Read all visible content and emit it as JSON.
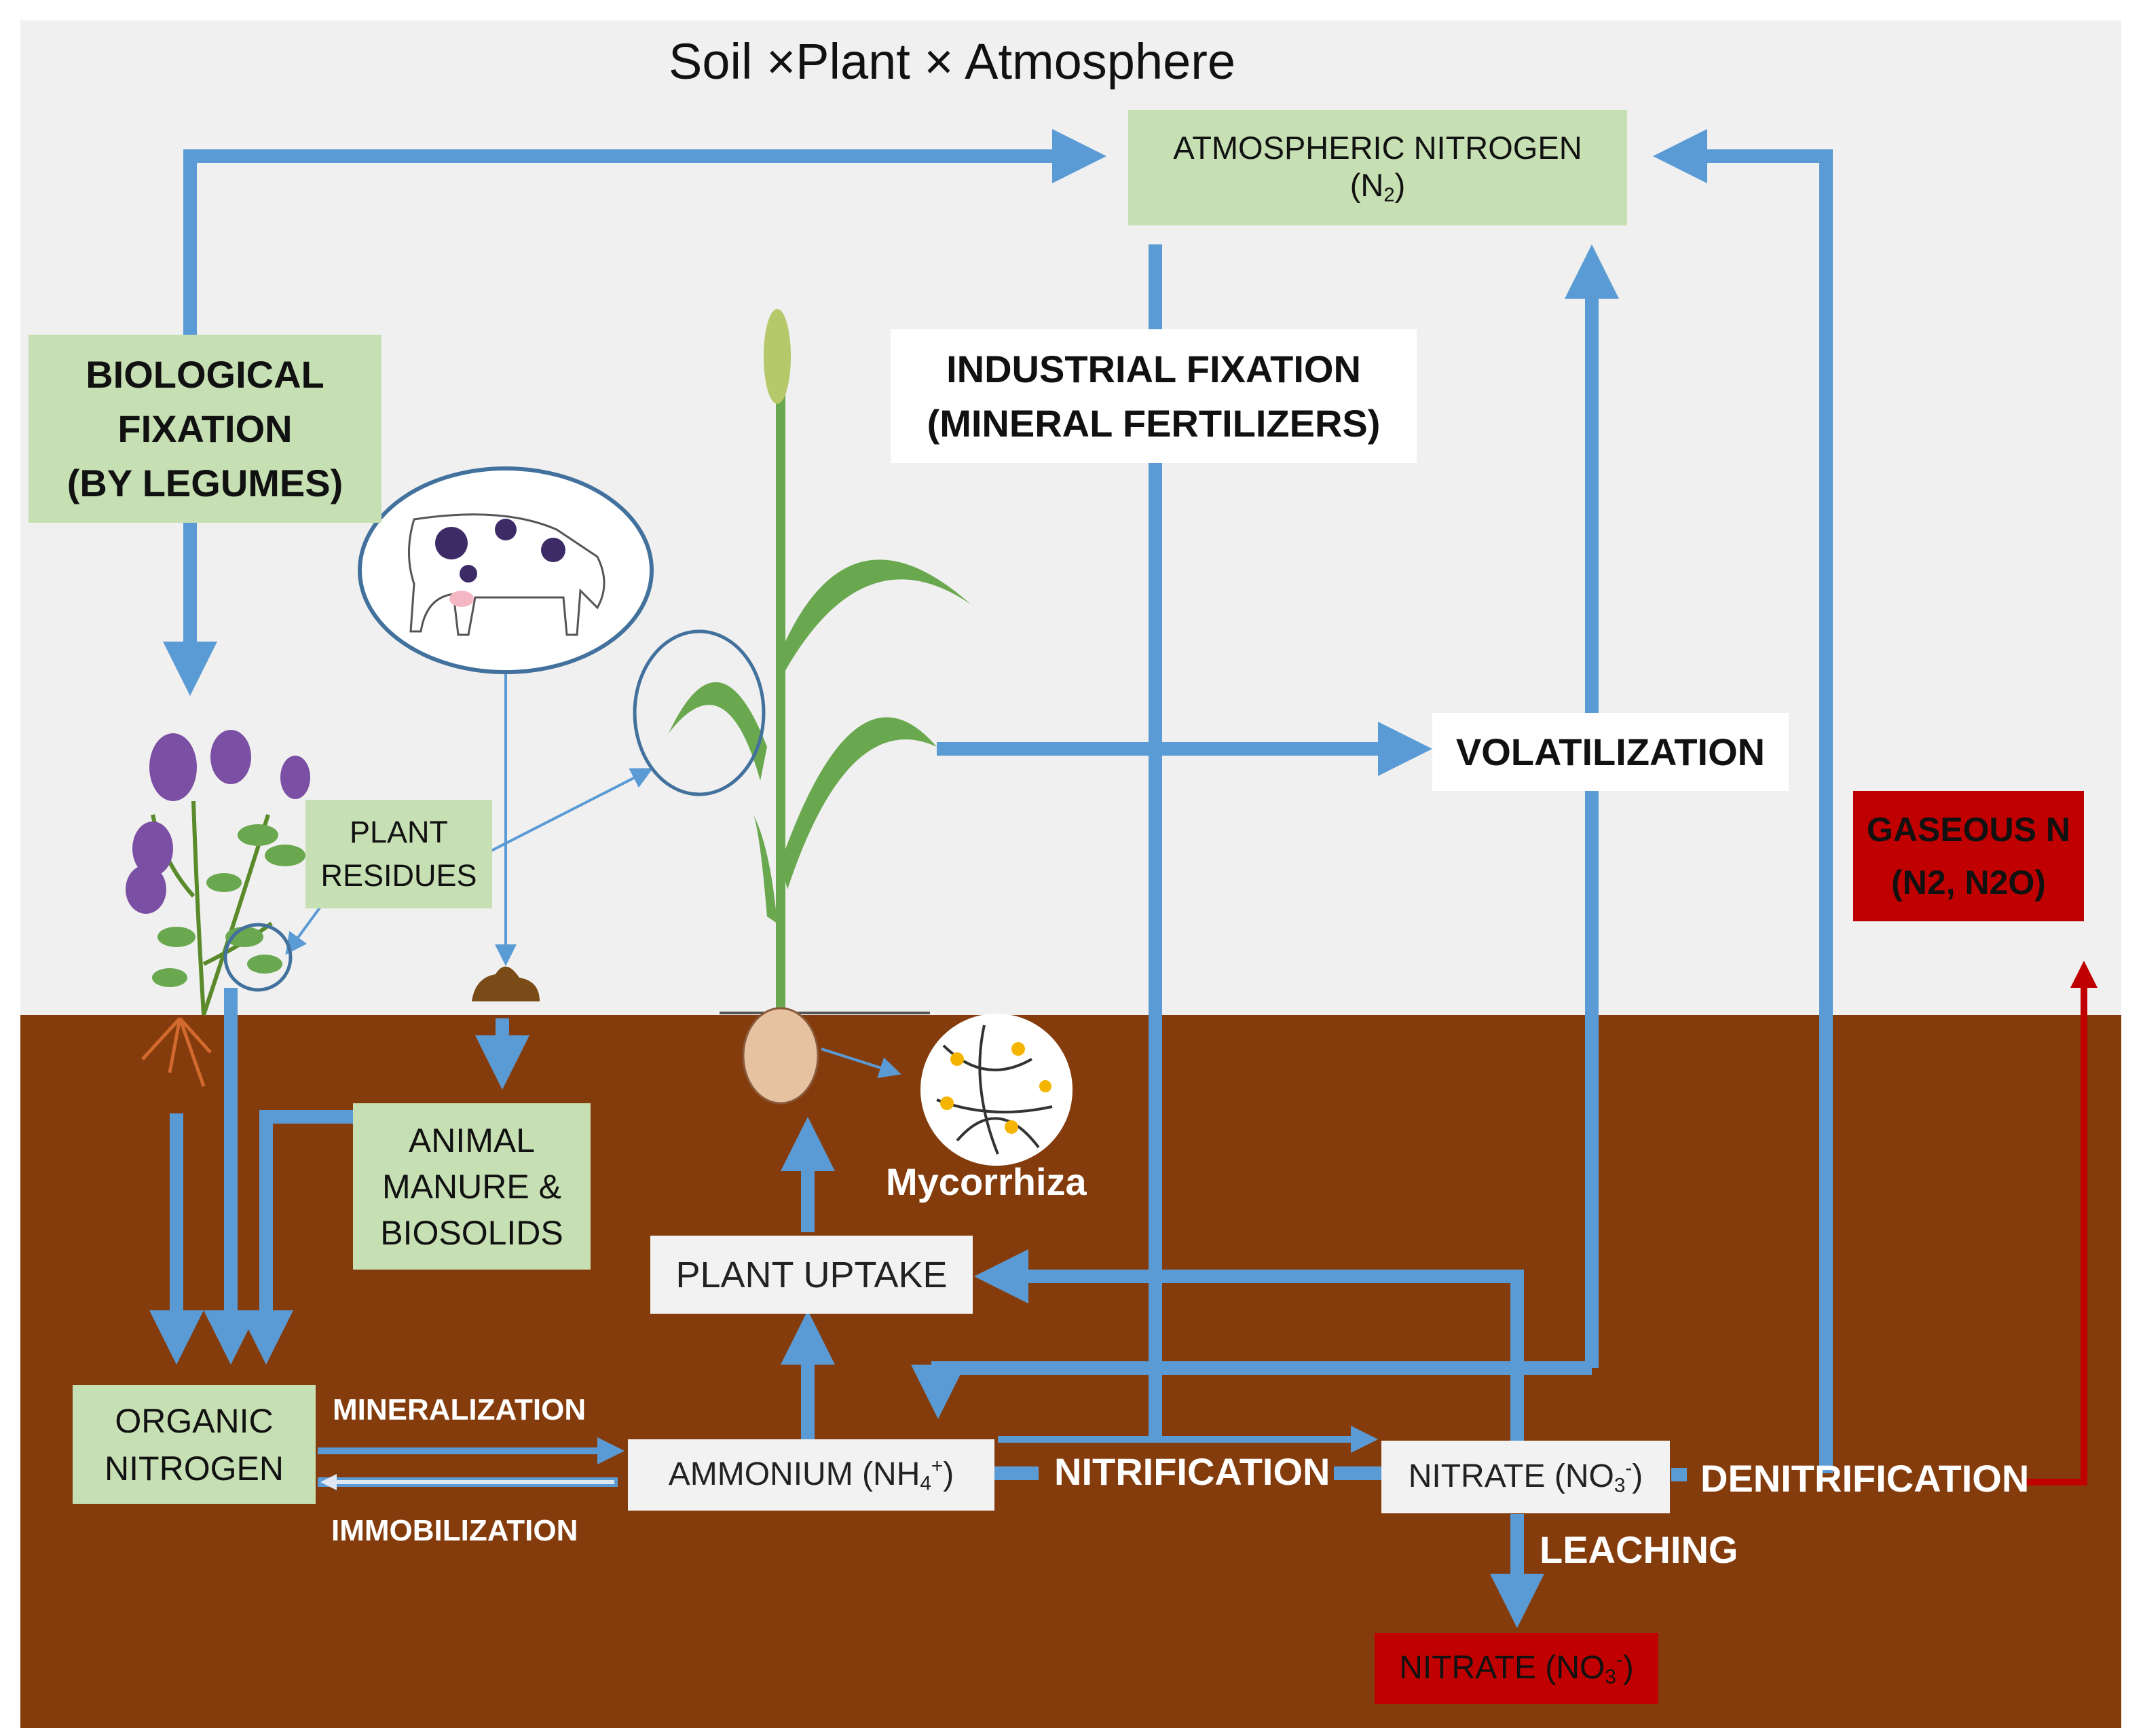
{
  "title": "Soil ×Plant × Atmosphere",
  "nodes": {
    "atmospheric": {
      "line1": "ATMOSPHERIC NITROGEN",
      "line2_pre": "(N",
      "line2_sub": "2",
      "line2_post": ")"
    },
    "biological": {
      "line1": "BIOLOGICAL",
      "line2": "FIXATION",
      "line3": "(BY LEGUMES)"
    },
    "industrial": {
      "line1": "INDUSTRIAL FIXATION",
      "line2": "(MINERAL FERTILIZERS)"
    },
    "volatilization": "VOLATILIZATION",
    "gaseous": {
      "line1": "GASEOUS N",
      "line2": "(N2, N2O)"
    },
    "plant_residues": {
      "line1": "PLANT",
      "line2": "RESIDUES"
    },
    "animal_manure": {
      "line1": "ANIMAL",
      "line2": "MANURE &",
      "line3": "BIOSOLIDS"
    },
    "organic_nitrogen": {
      "line1": "ORGANIC",
      "line2": "NITROGEN"
    },
    "plant_uptake": "PLANT UPTAKE",
    "ammonium": {
      "pre": "AMMONIUM (NH",
      "sub": "4",
      "sup": "+",
      "post": ")"
    },
    "nitrate": {
      "pre": "NITRATE (NO",
      "sub": "3",
      "sup": "-",
      "post": ")"
    },
    "nitrate_leached": {
      "pre": "NITRATE (NO",
      "sub": "3",
      "sup": "-",
      "post": ")"
    }
  },
  "processes": {
    "mineralization": "MINERALIZATION",
    "immobilization": "IMMOBILIZATION",
    "nitrification": "NITRIFICATION",
    "denitrification": "DENITRIFICATION",
    "leaching": "LEACHING",
    "mycorrhiza": "Mycorrhiza"
  },
  "colors": {
    "sky": "#f0f0f0",
    "soil": "#843c0c",
    "arrow_blue": "#5b9bd5",
    "arrow_red": "#c00000",
    "green_box": "#c6e0b4"
  }
}
